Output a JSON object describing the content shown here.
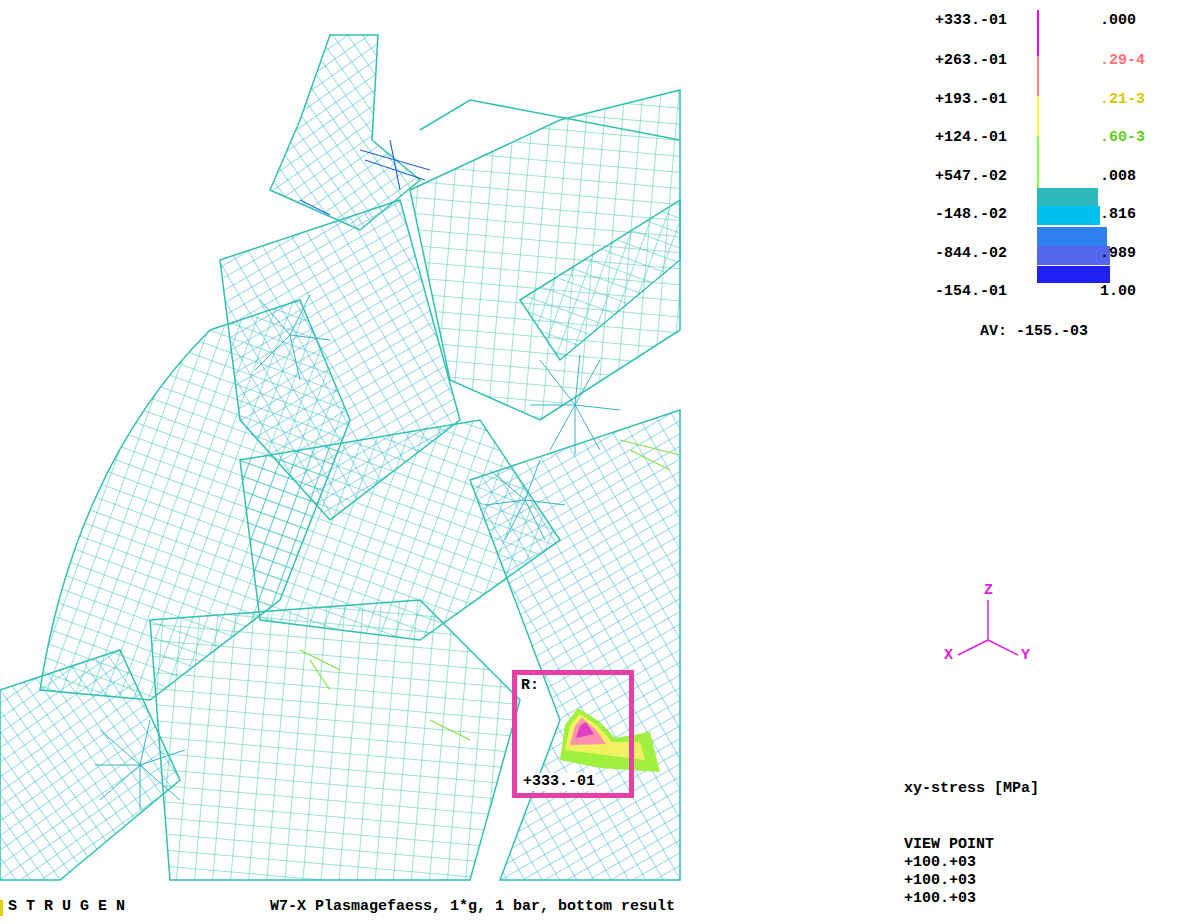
{
  "diagram": {
    "caption": "W7-X Plasmagefaess, 1*g, 1 bar, bottom result",
    "nodes": [
      {
        "text": [
          "R:",
          "+333.-01"
        ]
      }
    ],
    "labels": [
      ".000",
      ".29-4",
      ".21-3",
      ".60-3",
      ".008",
      ".816",
      ".989",
      "1.00",
      "AV: -155.-03",
      "Z",
      "X",
      "Y",
      "xy-stress [MPa]",
      "VIEW POINT",
      "+100.+03",
      "+100.+03",
      "+100.+03",
      "S T R U G E N"
    ],
    "legend": [
      {
        "text": "+333.-01",
        "color": "#ff00ff"
      },
      {
        "text": "+263.-01",
        "color": "#ff8080"
      },
      {
        "text": "+193.-01",
        "color": "#ffff40"
      },
      {
        "text": "+124.-01",
        "color": "#80ff40"
      },
      {
        "text": "+547.-02",
        "color": "#2ab8b8"
      },
      {
        "text": "-148.-02",
        "color": "#00c0f0"
      },
      {
        "text": "-844.-02",
        "color": "#3080f0"
      },
      {
        "text": "-154.-01",
        "color": "#2020f0"
      }
    ]
  }
}
